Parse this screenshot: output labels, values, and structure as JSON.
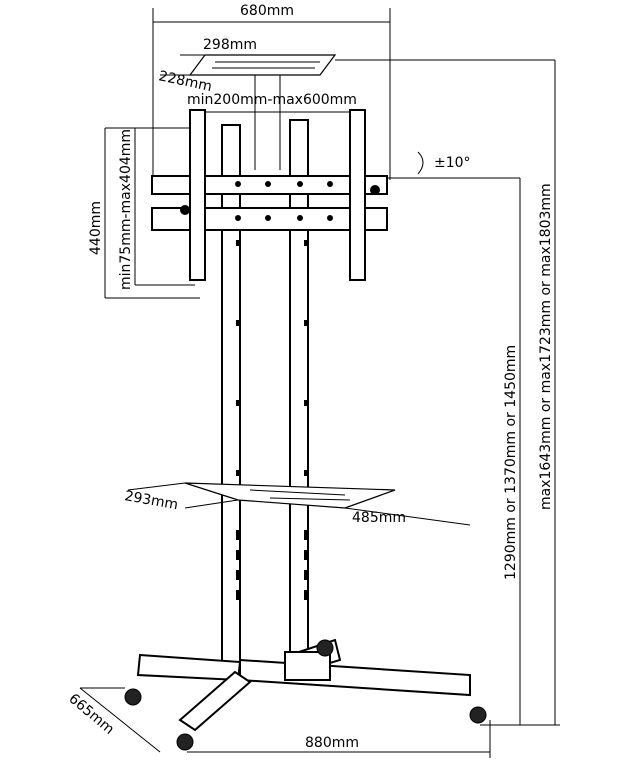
{
  "dimensions": {
    "overall_width": "680mm",
    "top_tray_width": "298mm",
    "top_tray_depth": "228mm",
    "vesa_horizontal": "min200mm-max600mm",
    "tilt": "±10°",
    "bracket_height": "440mm",
    "vesa_vertical": "min75mm-max404mm",
    "mount_height": "1290mm or 1370mm or 1450mm",
    "overall_height": "max1643mm or max1723mm or max1803mm",
    "shelf_depth": "293mm",
    "shelf_width": "485mm",
    "base_depth": "665mm",
    "base_width": "880mm"
  }
}
